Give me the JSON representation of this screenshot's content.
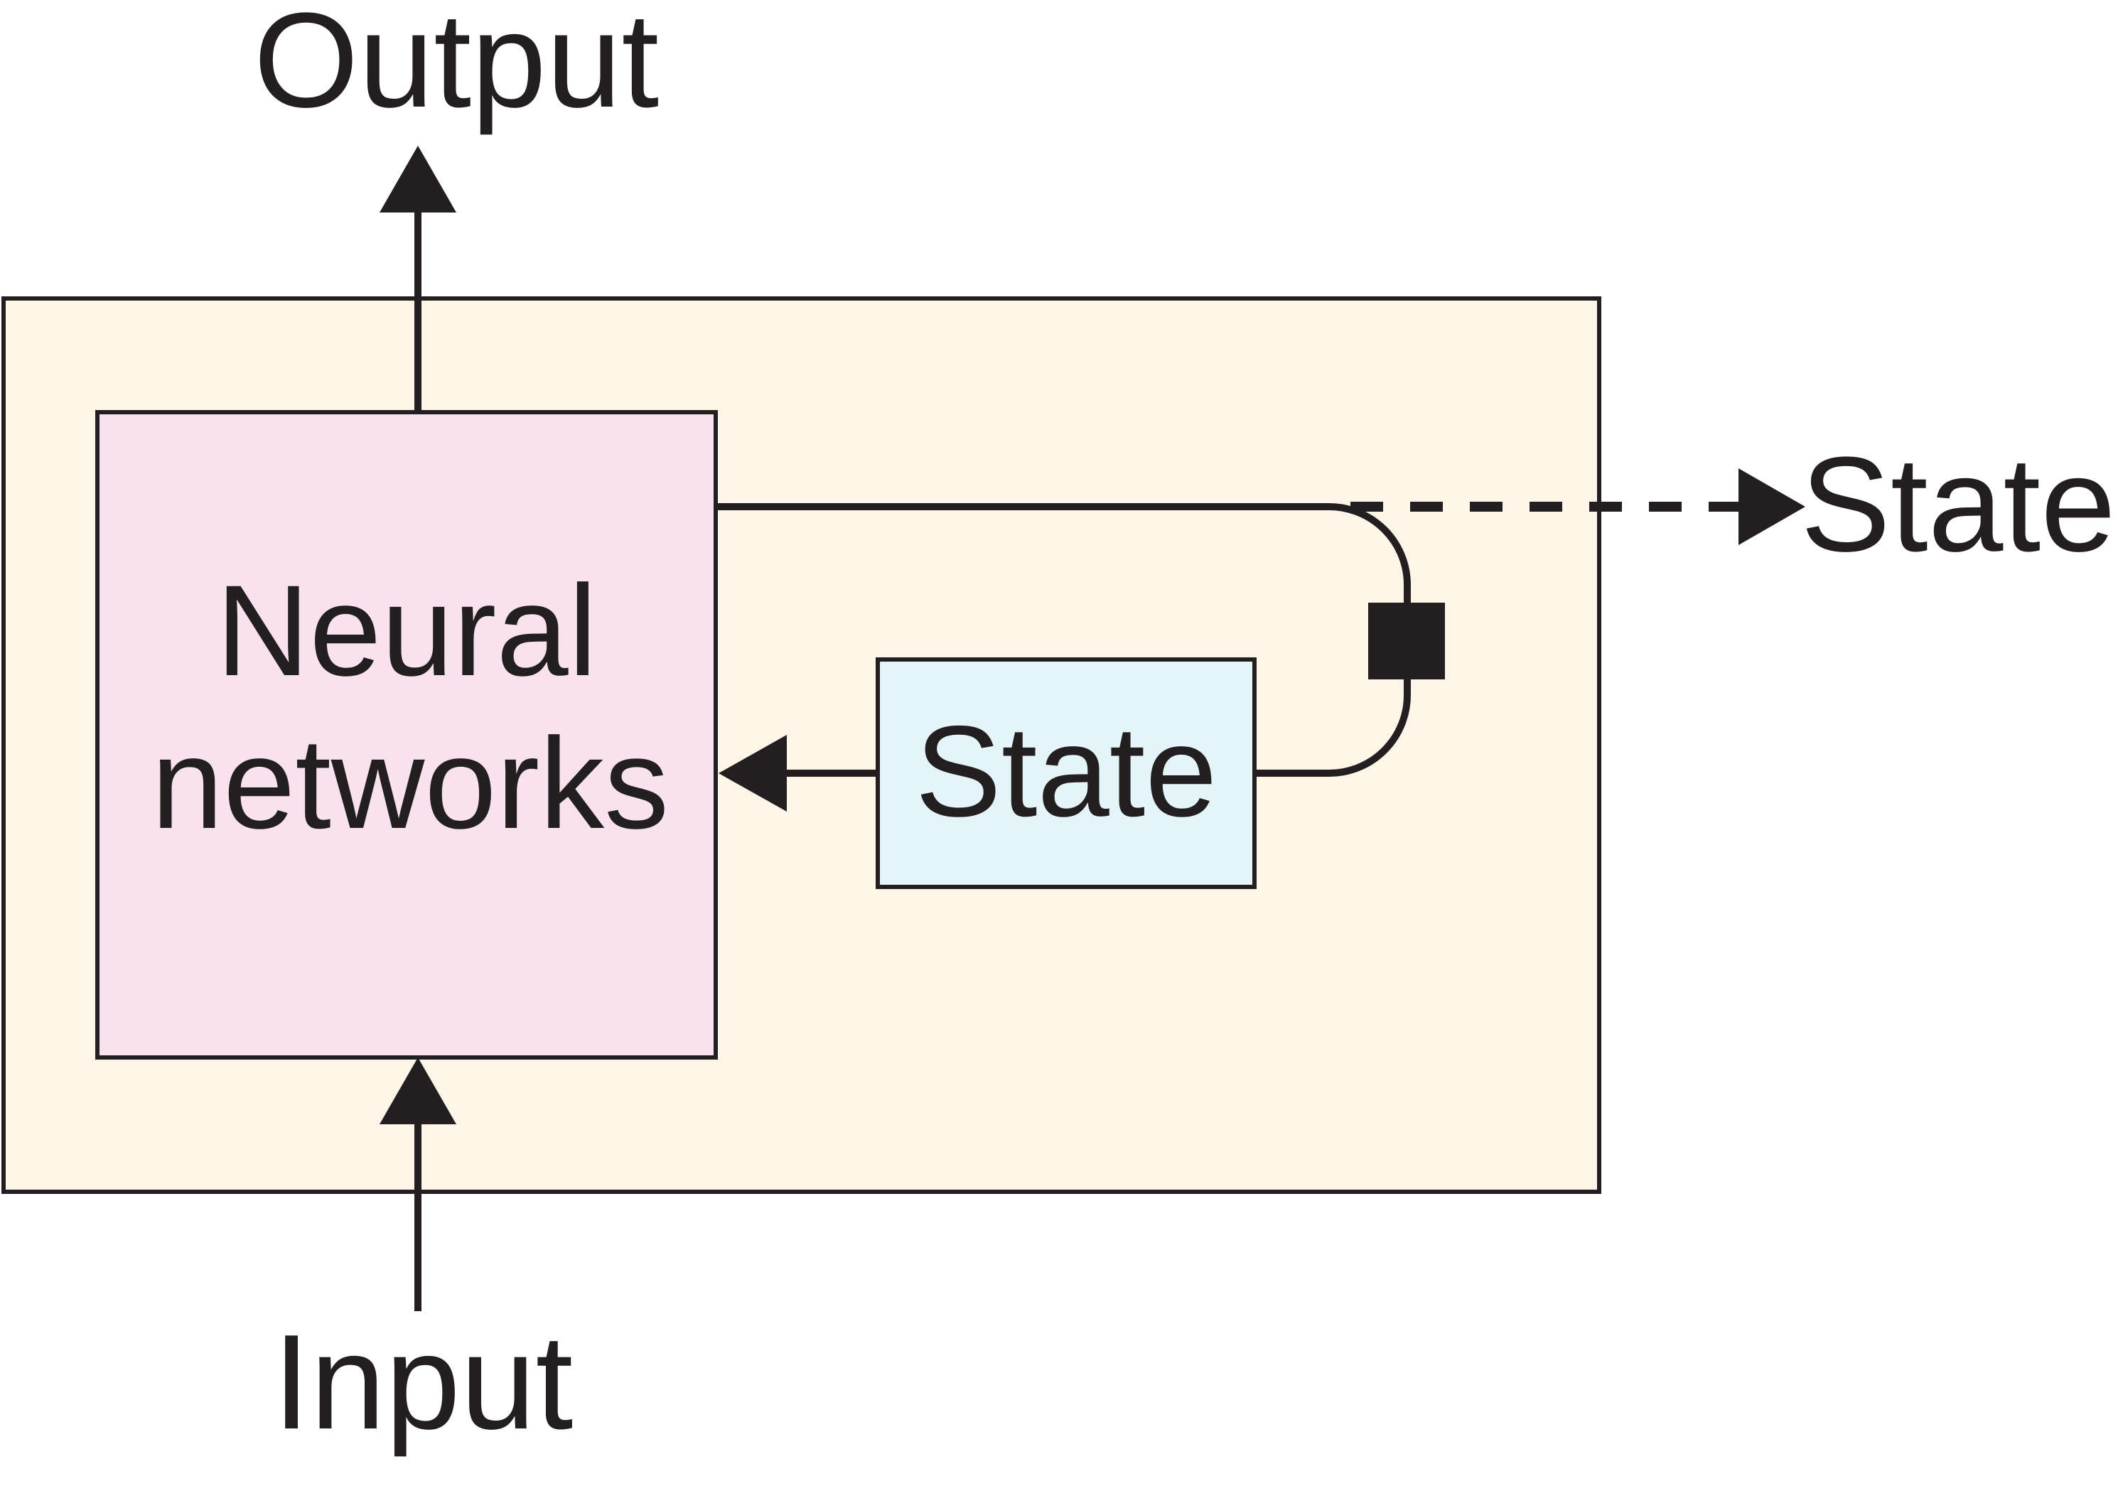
{
  "labels": {
    "output": "Output",
    "input": "Input",
    "state_out": "State",
    "state_box": "State",
    "nn_line1": "Neural",
    "nn_line2": "networks"
  },
  "colors": {
    "outer_box_fill": "#fdf6e8",
    "nn_box_fill": "#f7e2ee",
    "state_box_fill": "#e4f4f9",
    "stroke": "#231f20"
  },
  "connectors": {
    "feedback_delay_marker": "filled-square",
    "external_state_arrow": "dashed"
  }
}
